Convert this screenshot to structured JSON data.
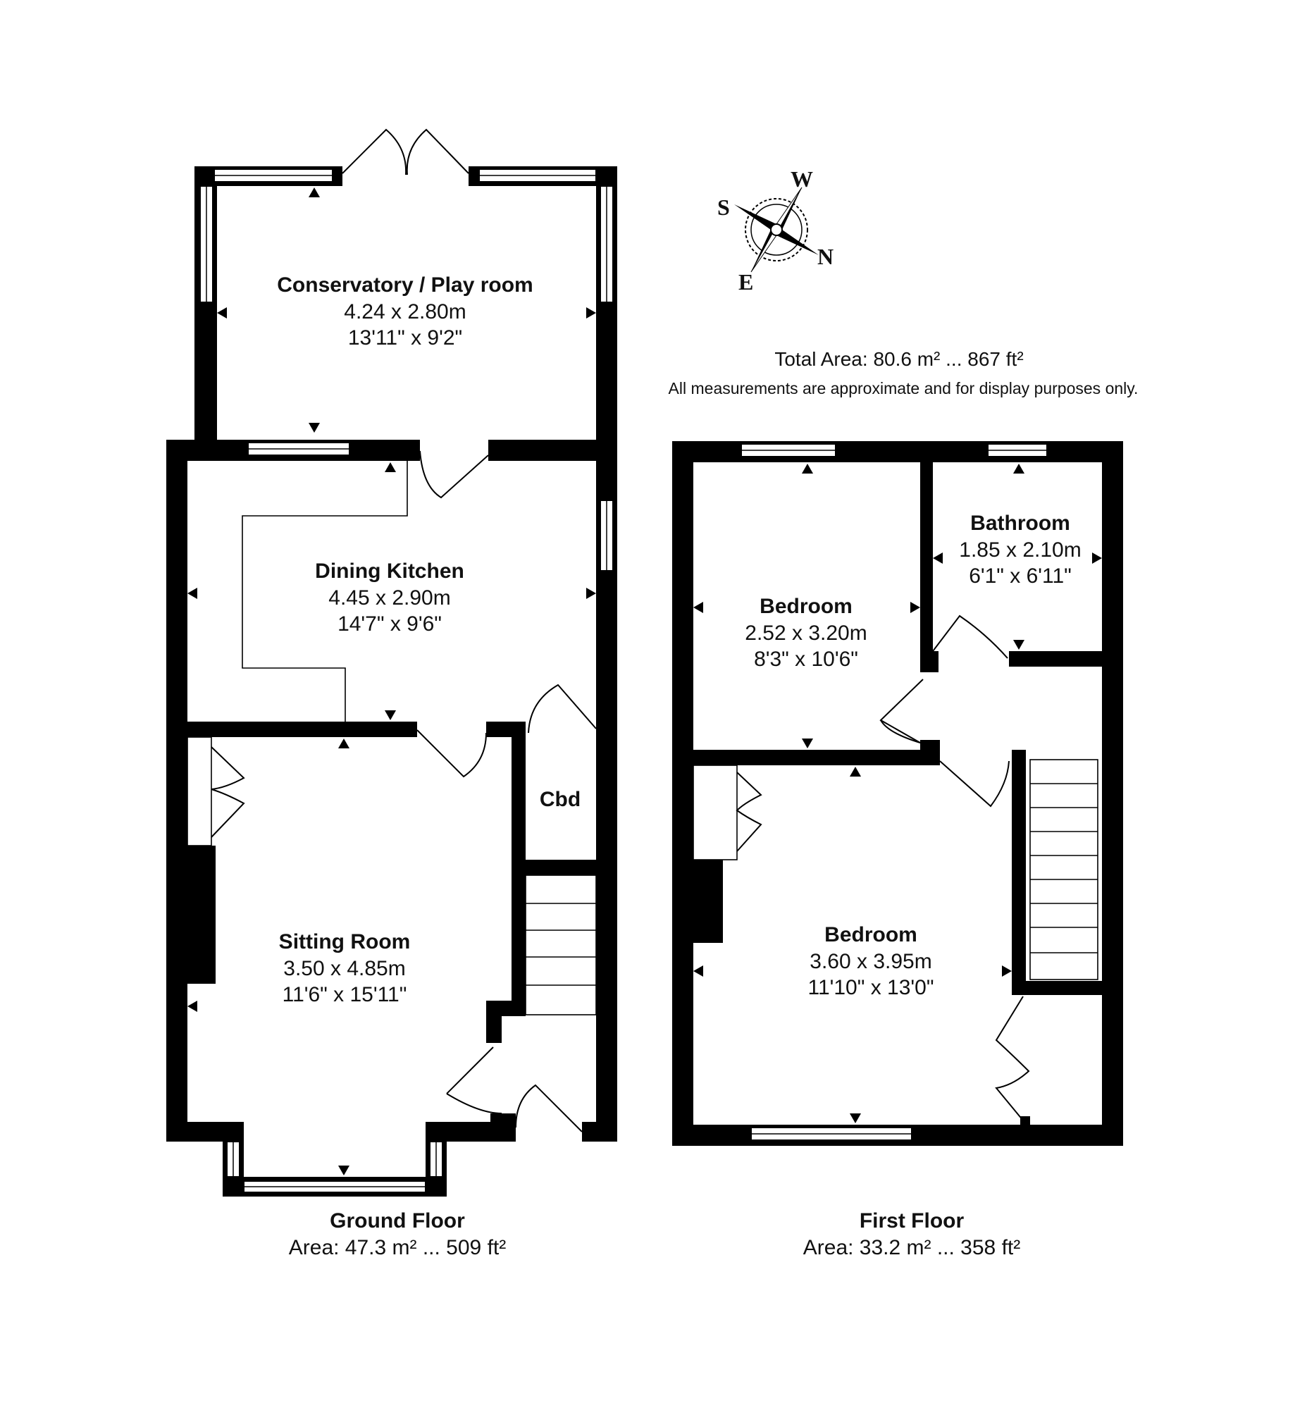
{
  "compass": {
    "north": "N",
    "south": "S",
    "east": "E",
    "west": "W"
  },
  "summary": {
    "total_area": "Total Area: 80.6 m² ... 867 ft²",
    "disclaimer": "All measurements are approximate and for display purposes only."
  },
  "ground_floor": {
    "title": "Ground Floor",
    "area": "Area: 47.3 m² ... 509 ft²",
    "rooms": {
      "conservatory": {
        "name": "Conservatory / Play room",
        "metric": "4.24 x 2.80m",
        "imperial": "13'11\" x 9'2\""
      },
      "dining_kitchen": {
        "name": "Dining Kitchen",
        "metric": "4.45 x 2.90m",
        "imperial": "14'7\" x 9'6\""
      },
      "cbd": {
        "name": "Cbd"
      },
      "sitting_room": {
        "name": "Sitting Room",
        "metric": "3.50 x 4.85m",
        "imperial": "11'6\" x 15'11\""
      }
    }
  },
  "first_floor": {
    "title": "First Floor",
    "area": "Area: 33.2 m² ... 358 ft²",
    "rooms": {
      "bedroom_small": {
        "name": "Bedroom",
        "metric": "2.52 x 3.20m",
        "imperial": "8'3\" x 10'6\""
      },
      "bathroom": {
        "name": "Bathroom",
        "metric": "1.85 x 2.10m",
        "imperial": "6'1\" x 6'11\""
      },
      "bedroom_large": {
        "name": "Bedroom",
        "metric": "3.60 x 3.95m",
        "imperial": "11'10\" x 13'0\""
      }
    }
  }
}
